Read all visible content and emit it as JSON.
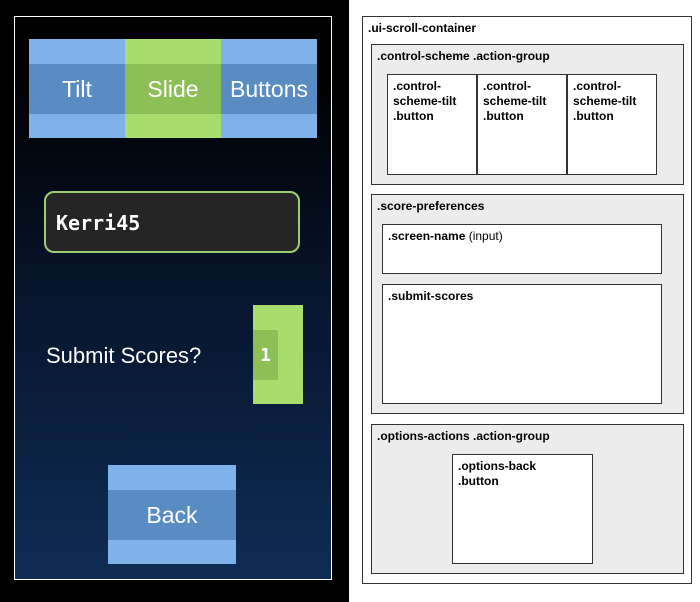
{
  "phone": {
    "control_tabs": [
      {
        "label": "Tilt",
        "active": false
      },
      {
        "label": "Slide",
        "active": true
      },
      {
        "label": "Buttons",
        "active": false
      }
    ],
    "screen_name_value": "Kerri45",
    "submit_label": "Submit Scores?",
    "submit_toggle_value": "1",
    "back_label": "Back",
    "colors": {
      "button_blue": "#7fb2e8",
      "button_blue_band": "#5a8cc4",
      "active_green": "#a8dd6e",
      "active_green_band": "#8dbf57",
      "field_border": "#9ccd6e"
    }
  },
  "diagram": {
    "container": ".ui-scroll-container",
    "control_scheme_group": ".control-scheme .action-group",
    "control_buttons": [
      ".control-scheme-tilt .button",
      ".control-scheme-tilt .button",
      ".control-scheme-tilt .button"
    ],
    "score_preferences": ".score-preferences",
    "screen_name": ".screen-name",
    "screen_name_suffix": " (input)",
    "submit_scores": ".submit-scores",
    "options_actions_group": ".options-actions .action-group",
    "options_back": ".options-back .button"
  }
}
